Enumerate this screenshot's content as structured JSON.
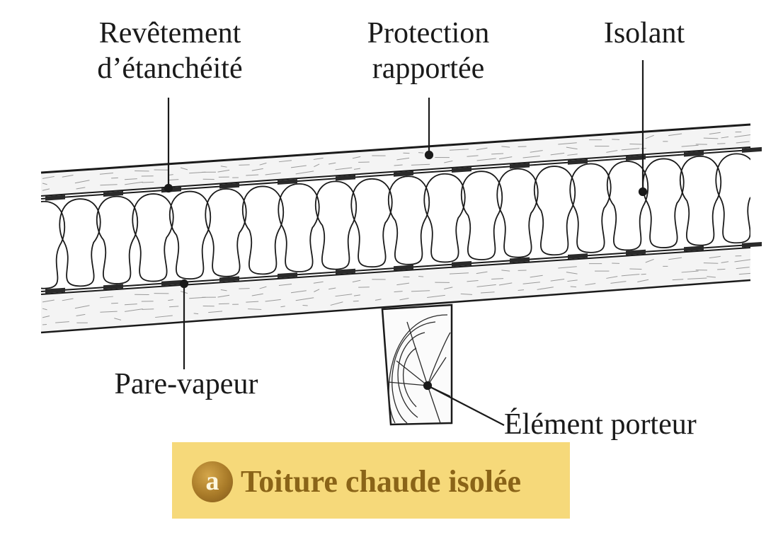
{
  "labels": {
    "revetement_line1": "Revêtement",
    "revetement_line2": "d’étanchéité",
    "protection_line1": "Protection",
    "protection_line2": "rapportée",
    "isolant": "Isolant",
    "pare_vapeur": "Pare-vapeur",
    "element_porteur": "Élément porteur"
  },
  "caption": {
    "badge": "a",
    "title": "Toiture chaude isolée"
  },
  "colors": {
    "ink": "#1a1a1a",
    "caption_background": "#f6d97a",
    "caption_text": "#8a6418",
    "badge": "#a87a28"
  }
}
